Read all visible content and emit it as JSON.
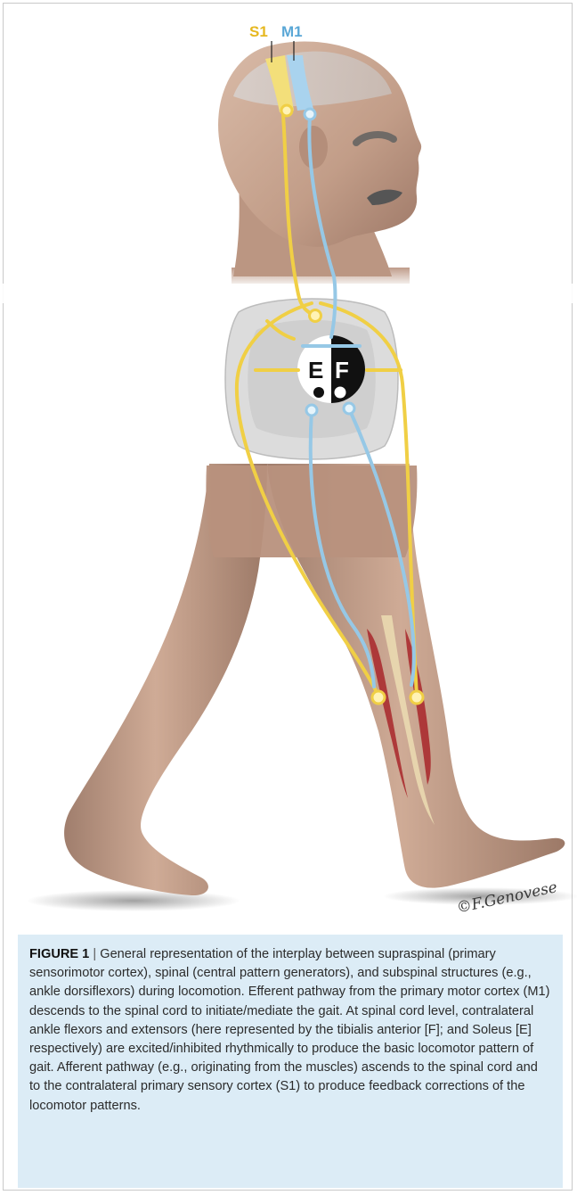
{
  "diagram": {
    "labels": {
      "s1": "S1",
      "m1": "M1",
      "extensor": "E",
      "flexor": "F",
      "signature": "©F.Genovese"
    },
    "colors": {
      "sensory_afferent": "#f0cf45",
      "motor_efferent": "#96c8e6",
      "skin": "#c9a48f",
      "muscle": "#a8262a",
      "tendon": "#ead9b0"
    }
  },
  "caption": {
    "figure_label": "FIGURE 1",
    "separator": " | ",
    "text": "General representation of the interplay between supraspinal (primary sensorimotor cortex), spinal (central pattern generators), and subspinal structures (e.g., ankle dorsiflexors) during locomotion. Efferent pathway from the primary motor cortex (M1) descends to the spinal cord to initiate/mediate the gait. At spinal cord level, contralateral ankle flexors and extensors (here represented by the tibialis anterior [F]; and Soleus [E] respectively) are excited/inhibited rhythmically to produce the basic locomotor pattern of gait. Afferent pathway (e.g., originating from the muscles) ascends to the spinal cord and to the contralateral primary sensory cortex (S1) to produce feedback corrections of the locomotor patterns."
  }
}
